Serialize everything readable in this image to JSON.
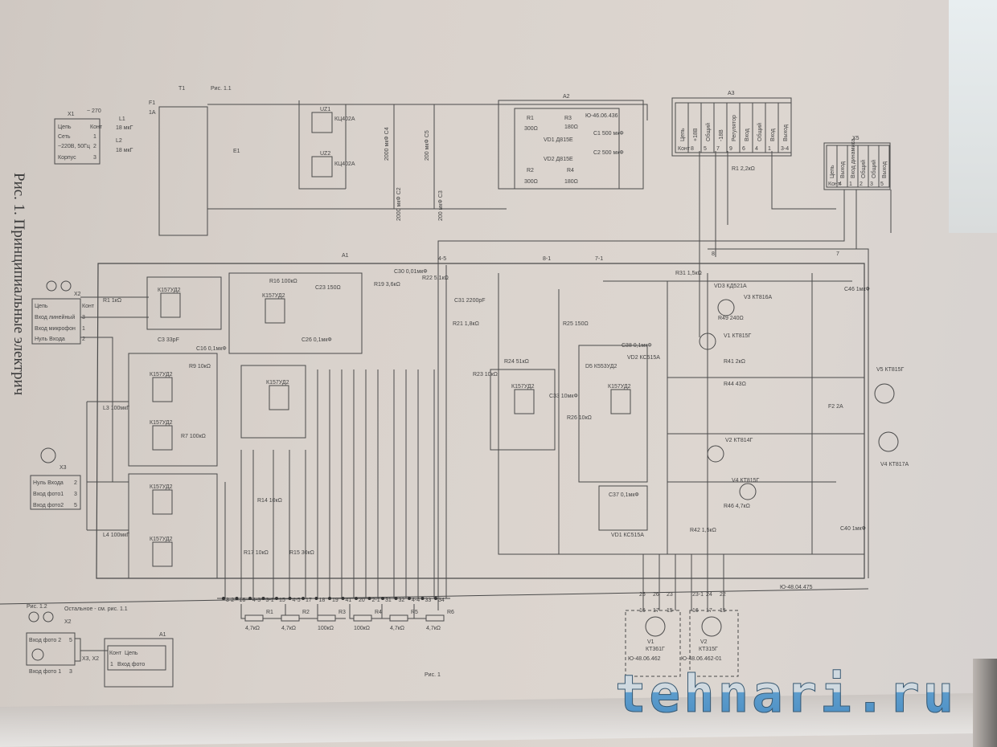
{
  "title": "Рис. 1. Принципиальные электрич",
  "watermark": "tehnari.ru",
  "fig_caption": "Рис. 1",
  "fig_caption_top": "Рис. 1.1",
  "doc_number": "Ю-48.04.475",
  "x1": {
    "label": "X1",
    "voltage": "~ 270",
    "rows": [
      "Цепь",
      "Сеть",
      "~220В, 50Гц",
      "Корпус"
    ],
    "pins": [
      "Конт",
      "1",
      "2",
      "3"
    ]
  },
  "power": {
    "t1": "T1",
    "f1": "F1",
    "f1_val": "1А",
    "l1": "L1",
    "l1_val": "18 мкГ",
    "l2": "L2",
    "l2_val": "18 мкГ",
    "e1": "E1",
    "uz1": "UZ1",
    "uz1_type": "КЦ402А",
    "uz2": "UZ2",
    "uz2_type": "КЦ402А",
    "c4": "2000 мкФ C4",
    "c5": "200 мкФ C5",
    "c2": "2000 мкФ C2",
    "c3": "200 мкФ C3"
  },
  "a2": {
    "label": "A2",
    "code": "Ю-46.06.436",
    "r1": "R1",
    "r1_val": "300Ω",
    "r3": "R3",
    "r3_val": "180Ω",
    "vd1": "VD1 Д815Е",
    "vd2": "VD2 Д815Е",
    "c1": "C1 500 мкФ",
    "c2": "C2 500 мкФ",
    "r2": "R2",
    "r2_val": "300Ω",
    "r4": "R4",
    "r4_val": "180Ω"
  },
  "a3": {
    "label": "A3",
    "rows": [
      "Цепь",
      "+18В",
      "Общий",
      "-18В",
      "Регулятор",
      "Вход",
      "Общий",
      "Вход",
      "Выход"
    ],
    "pins": [
      "Конт",
      "8",
      "5",
      "7",
      "9",
      "6",
      "4",
      "1",
      "3-4"
    ],
    "r1": "R1 2,2кΩ"
  },
  "x5": {
    "label": "X5",
    "rows": [
      "Цепь",
      "Выход",
      "Вход динамика",
      "Общий",
      "Общий",
      "Выход"
    ],
    "pins": [
      "Конт",
      "4",
      "1",
      "2",
      "3",
      "5"
    ]
  },
  "a1": {
    "label": "A1",
    "nodes": [
      "4-5",
      "8-1",
      "7-1",
      "8",
      "7"
    ]
  },
  "x2": {
    "label": "X2",
    "rows": [
      "Цепь",
      "Вход линейный",
      "Вход микрофон",
      "Нуль Входа"
    ],
    "pins": [
      "Конт",
      "3",
      "1",
      "2"
    ]
  },
  "x3": {
    "label": "X3",
    "rows": [
      "Нуль Входа",
      "Вход фото1",
      "Вход фото2"
    ],
    "pins": [
      "2",
      "3",
      "5"
    ]
  },
  "opamps": [
    "К157УД2",
    "К157УД2",
    "К157УД2",
    "К157УД2",
    "К157УД2",
    "К157УД2",
    "К157УД2",
    "К157УД2",
    "К157УД2"
  ],
  "components": [
    "R1 1кΩ",
    "C3 33pF",
    "R7 100кΩ",
    "R9 10кΩ",
    "C16 0,1мкФ",
    "R16 100кΩ",
    "C23 150Ω",
    "C26 0,1мкФ",
    "R19 3,6кΩ",
    "C30 0,01мкФ",
    "R22 5,1кΩ",
    "C31 2200pF",
    "R21 1,8кΩ",
    "R25 150Ω",
    "R23 10кΩ",
    "R24 51кΩ",
    "C33 10мкФ",
    "R26 10кΩ",
    "D5 К553УД2",
    "C38 0,1мкФ",
    "VD2 КС515А",
    "VD1 КС515А",
    "C37 0,1мкФ",
    "R31 1,5кΩ",
    "VD3 КД521А",
    "V3 КТ816А",
    "R49 240Ω",
    "V1 КТ815Г",
    "R41 2кΩ",
    "R44 43Ω",
    "V2 КТ814Г",
    "R42 1,5кΩ",
    "V4 КТ815Г",
    "R46 4,7кΩ",
    "C40 1мкФ",
    "C46 1мкФ",
    "F2 2А",
    "V5 КТ815Г",
    "V4 КТ817А",
    "R15 30кΩ",
    "R17 10кΩ",
    "R14 10кΩ",
    "L3 100мкГ",
    "L4 100мкГ"
  ],
  "pots": [
    {
      "name": "R1",
      "value": "4,7кΩ"
    },
    {
      "name": "R2",
      "value": "4,7кΩ"
    },
    {
      "name": "R3",
      "value": "100кΩ"
    },
    {
      "name": "R4",
      "value": "100кΩ"
    },
    {
      "name": "R5",
      "value": "4,7кΩ"
    },
    {
      "name": "R6",
      "value": "4,7кΩ"
    }
  ],
  "bottom_pins": [
    "3-2",
    "16",
    "4-3",
    "3-1",
    "15",
    "4-5",
    "17",
    "18",
    "19",
    "41",
    "20",
    "2-1",
    "31",
    "32",
    "4-4",
    "33",
    "34"
  ],
  "transistor_modules": [
    {
      "pins_top": [
        "25",
        "26",
        "23"
      ],
      "pins": [
        "16",
        "17",
        "15"
      ],
      "name": "V1",
      "type": "КТ361Г",
      "code": "Ю-48.06.462"
    },
    {
      "pins_top": [
        "23-1",
        "24",
        "22"
      ],
      "pins": [
        "16",
        "17",
        "15"
      ],
      "name": "V2",
      "type": "КТ315Г",
      "code": "Ю-48.06.462-01"
    }
  ],
  "fig12": {
    "caption": "Рис. 1.2",
    "note": "Остальное - см. рис. 1.1",
    "x2": "X2",
    "x3": "X3, X2",
    "rows": [
      "Вход фото 2",
      "Вход фото 1"
    ],
    "pins": [
      "5",
      "3"
    ],
    "a1": "A1",
    "a1_rows": [
      "Цепь",
      "Вход фото"
    ],
    "a1_pins": [
      "Конт",
      "1"
    ]
  }
}
